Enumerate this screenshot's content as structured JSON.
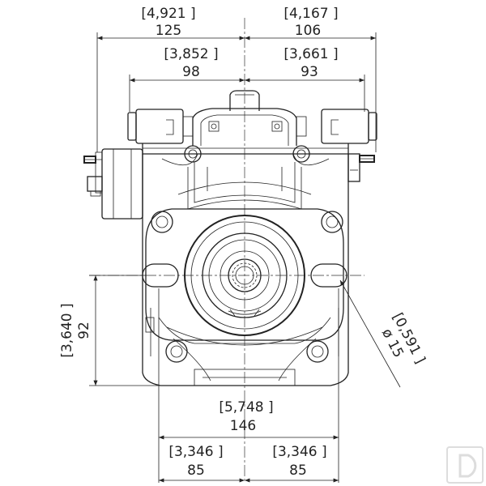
{
  "dimensions": {
    "top_left_outer": {
      "inch": "[4,921 ]",
      "mm": "125"
    },
    "top_right_outer": {
      "inch": "[4,167 ]",
      "mm": "106"
    },
    "top_left_inner": {
      "inch": "[3,852 ]",
      "mm": "98"
    },
    "top_right_inner": {
      "inch": "[3,661 ]",
      "mm": "93"
    },
    "left_vertical": {
      "inch": "[3,640 ]",
      "mm": "92"
    },
    "hole_callout": {
      "inch": "[0,591 ]",
      "mm": "ø 15"
    },
    "bottom_total": {
      "inch": "[5,748 ]",
      "mm": "146"
    },
    "bottom_left": {
      "inch": "[3,346 ]",
      "mm": "85"
    },
    "bottom_right": {
      "inch": "[3,346 ]",
      "mm": "85"
    }
  },
  "logo": "D",
  "colors": {
    "line": "#222222",
    "logo": "#dddddd"
  }
}
